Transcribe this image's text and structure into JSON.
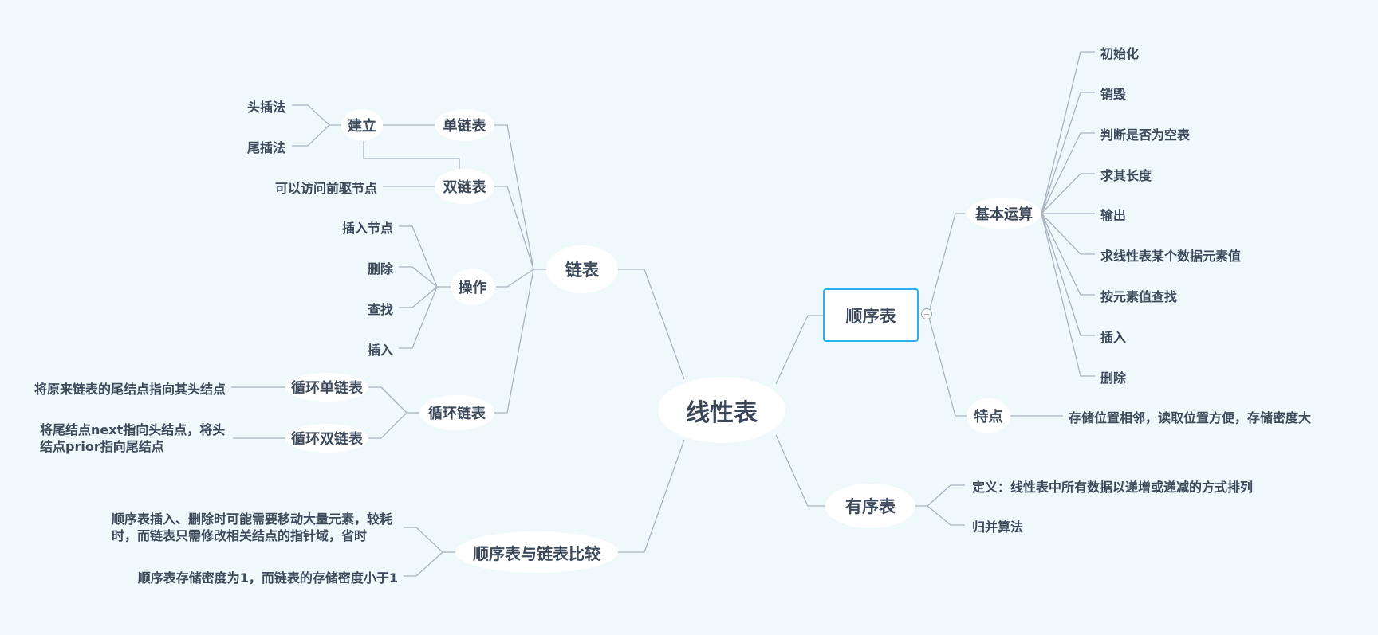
{
  "root": "线性表",
  "shunxubiao": {
    "label": "顺序表",
    "basic_ops": {
      "label": "基本运算",
      "items": [
        "初始化",
        "销毁",
        "判断是否为空表",
        "求其长度",
        "输出",
        "求线性表某个数据元素值",
        "按元素值查找",
        "插入",
        "删除"
      ]
    },
    "features": {
      "label": "特点",
      "text": "存储位置相邻，读取位置方便，存储密度大"
    }
  },
  "youxubiao": {
    "label": "有序表",
    "definition": "定义：线性表中所有数据以递增或递减的方式排列",
    "merge": "归并算法"
  },
  "lianbiao": {
    "label": "链表",
    "single": {
      "label": "单链表",
      "build": {
        "label": "建立",
        "methods": [
          "头插法",
          "尾插法"
        ]
      }
    },
    "double": {
      "label": "双链表",
      "note": "可以访问前驱节点"
    },
    "ops": {
      "label": "操作",
      "items": [
        "插入节点",
        "删除",
        "查找",
        "插入"
      ]
    },
    "circular": {
      "label": "循环链表",
      "single": {
        "label": "循环单链表",
        "note": "将原来链表的尾结点指向其头结点"
      },
      "double": {
        "label": "循环双链表",
        "note": "将尾结点next指向头结点，将头结点prior指向尾结点"
      }
    }
  },
  "compare": {
    "label": "顺序表与链表比较",
    "items": [
      "顺序表插入、删除时可能需要移动大量元素，较耗时，而链表只需修改相关结点的指针域，省时",
      "顺序表存储密度为1，而链表的存储密度小于1"
    ]
  },
  "colors": {
    "background": "#eff8fa",
    "line": "#a8b4c0",
    "selected_border": "#2ab0ee",
    "text": "#3d4a5c"
  }
}
